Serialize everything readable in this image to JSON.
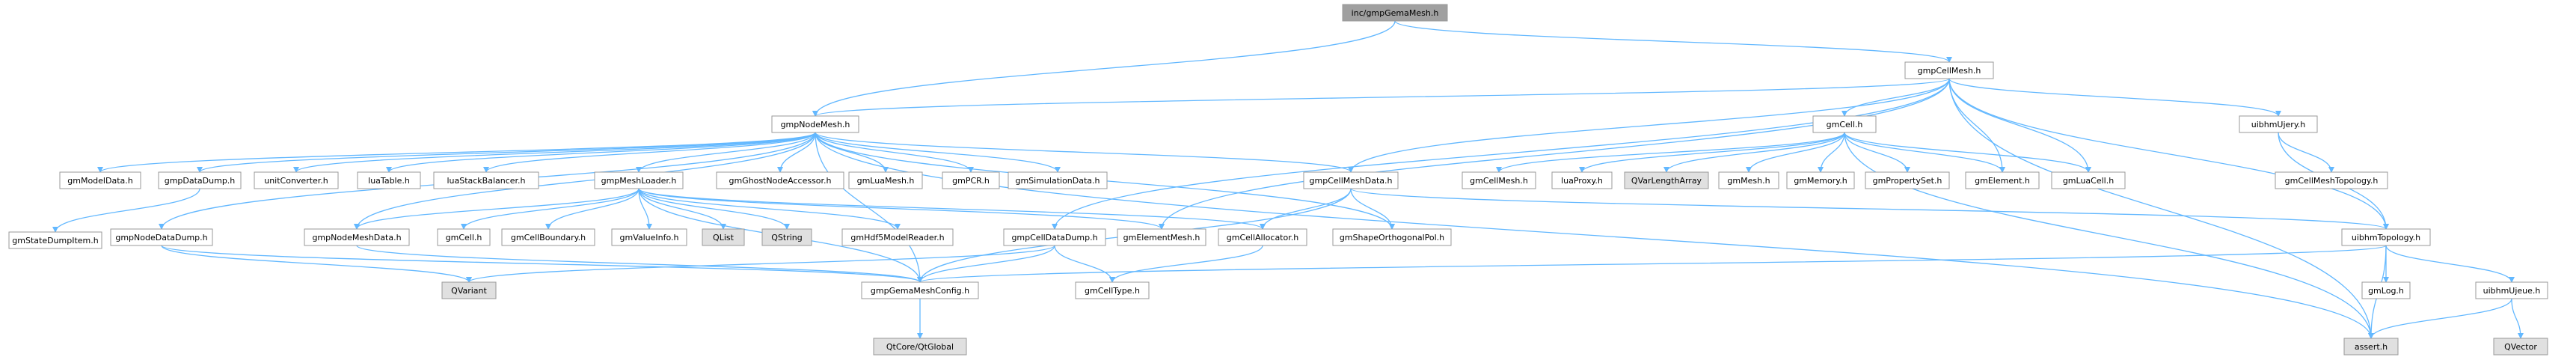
{
  "title": "inc/gmpGemaMesh.h",
  "colors": {
    "node_fill": "#ffffff",
    "root_fill": "#a0a0a0",
    "external_fill": "#e0e0e0",
    "node_border": "#999999",
    "edge": "#63b8ff"
  },
  "nodes": [
    {
      "id": "root",
      "label": "inc/gmpGemaMesh.h",
      "kind": "root",
      "interactable": false
    },
    {
      "id": "gmpCellMesh",
      "label": "gmpCellMesh.h",
      "kind": "normal",
      "interactable": true
    },
    {
      "id": "gmpNodeMesh",
      "label": "gmpNodeMesh.h",
      "kind": "normal",
      "interactable": true
    },
    {
      "id": "gmCell",
      "label": "gmCell.h",
      "kind": "normal",
      "interactable": true
    },
    {
      "id": "uibhmUjery",
      "label": "uibhmUjery.h",
      "kind": "normal",
      "interactable": true
    },
    {
      "id": "gmModelData",
      "label": "gmModelData.h",
      "kind": "normal",
      "interactable": true
    },
    {
      "id": "gmpDataDump",
      "label": "gmpDataDump.h",
      "kind": "normal",
      "interactable": true
    },
    {
      "id": "unitConverter",
      "label": "unitConverter.h",
      "kind": "normal",
      "interactable": true
    },
    {
      "id": "luaTable",
      "label": "luaTable.h",
      "kind": "normal",
      "interactable": true
    },
    {
      "id": "luaStackBalancer",
      "label": "luaStackBalancer.h",
      "kind": "normal",
      "interactable": true
    },
    {
      "id": "gmpMeshLoader",
      "label": "gmpMeshLoader.h",
      "kind": "normal",
      "interactable": true
    },
    {
      "id": "gmGhostNodeAccessor",
      "label": "gmGhostNodeAccessor.h",
      "kind": "normal",
      "interactable": true
    },
    {
      "id": "gmLuaMesh",
      "label": "gmLuaMesh.h",
      "kind": "normal",
      "interactable": true
    },
    {
      "id": "gmPCR",
      "label": "gmPCR.h",
      "kind": "normal",
      "interactable": true
    },
    {
      "id": "gmSimulationData",
      "label": "gmSimulationData.h",
      "kind": "normal",
      "interactable": true
    },
    {
      "id": "gmpCellMeshData",
      "label": "gmpCellMeshData.h",
      "kind": "normal",
      "interactable": true
    },
    {
      "id": "gmCellMesh",
      "label": "gmCellMesh.h",
      "kind": "normal",
      "interactable": true
    },
    {
      "id": "luaProxy",
      "label": "luaProxy.h",
      "kind": "normal",
      "interactable": true
    },
    {
      "id": "QVarLengthArray",
      "label": "QVarLengthArray",
      "kind": "external",
      "interactable": false
    },
    {
      "id": "gmMesh",
      "label": "gmMesh.h",
      "kind": "normal",
      "interactable": true
    },
    {
      "id": "gmMemory",
      "label": "gmMemory.h",
      "kind": "normal",
      "interactable": true
    },
    {
      "id": "gmPropertySet",
      "label": "gmPropertySet.h",
      "kind": "normal",
      "interactable": true
    },
    {
      "id": "gmElement",
      "label": "gmElement.h",
      "kind": "normal",
      "interactable": true
    },
    {
      "id": "gmLuaCell",
      "label": "gmLuaCell.h",
      "kind": "normal",
      "interactable": true
    },
    {
      "id": "gmCellMeshTopology",
      "label": "gmCellMeshTopology.h",
      "kind": "normal",
      "interactable": true
    },
    {
      "id": "gmStateDumpItem",
      "label": "gmStateDumpItem.h",
      "kind": "normal",
      "interactable": true
    },
    {
      "id": "gmpNodeDataDump",
      "label": "gmpNodeDataDump.h",
      "kind": "normal",
      "interactable": true
    },
    {
      "id": "gmpNodeMeshData",
      "label": "gmpNodeMeshData.h",
      "kind": "normal",
      "interactable": true
    },
    {
      "id": "gmCellh",
      "label": "gmCell.h",
      "kind": "normal",
      "interactable": true
    },
    {
      "id": "gmCellBoundary",
      "label": "gmCellBoundary.h",
      "kind": "normal",
      "interactable": true
    },
    {
      "id": "gmValueInfo",
      "label": "gmValueInfo.h",
      "kind": "normal",
      "interactable": true
    },
    {
      "id": "QList",
      "label": "QList",
      "kind": "external",
      "interactable": false
    },
    {
      "id": "QString",
      "label": "QString",
      "kind": "external",
      "interactable": false
    },
    {
      "id": "gmHdf5ModelReader",
      "label": "gmHdf5ModelReader.h",
      "kind": "normal",
      "interactable": true
    },
    {
      "id": "gmpCellDataDump",
      "label": "gmpCellDataDump.h",
      "kind": "normal",
      "interactable": true
    },
    {
      "id": "gmElementMesh",
      "label": "gmElementMesh.h",
      "kind": "normal",
      "interactable": true
    },
    {
      "id": "gmCellAllocator",
      "label": "gmCellAllocator.h",
      "kind": "normal",
      "interactable": true
    },
    {
      "id": "gmShapeOrthogonalPol",
      "label": "gmShapeOrthogonalPol.h",
      "kind": "normal",
      "interactable": true
    },
    {
      "id": "uibhmTopology",
      "label": "uibhmTopology.h",
      "kind": "normal",
      "interactable": true
    },
    {
      "id": "QVariant",
      "label": "QVariant",
      "kind": "external",
      "interactable": false
    },
    {
      "id": "gmpGemaMeshConfig",
      "label": "gmpGemaMeshConfig.h",
      "kind": "normal",
      "interactable": true
    },
    {
      "id": "gmCellType",
      "label": "gmCellType.h",
      "kind": "normal",
      "interactable": true
    },
    {
      "id": "gmLog",
      "label": "gmLog.h",
      "kind": "normal",
      "interactable": true
    },
    {
      "id": "uibhmUjeue",
      "label": "uibhmUjeue.h",
      "kind": "normal",
      "interactable": true
    },
    {
      "id": "QtCoreQtGlobal",
      "label": "QtCore/QtGlobal",
      "kind": "external",
      "interactable": false
    },
    {
      "id": "assert",
      "label": "assert.h",
      "kind": "external",
      "interactable": false
    },
    {
      "id": "QVector",
      "label": "QVector",
      "kind": "external",
      "interactable": false
    }
  ],
  "edges": [
    [
      "root",
      "gmpCellMesh"
    ],
    [
      "root",
      "gmpNodeMesh"
    ],
    [
      "gmpCellMesh",
      "gmpNodeMesh"
    ],
    [
      "gmpCellMesh",
      "gmCell"
    ],
    [
      "gmpCellMesh",
      "uibhmUjery"
    ],
    [
      "gmpCellMesh",
      "uibhmTopology"
    ],
    [
      "gmpCellMesh",
      "gmElement"
    ],
    [
      "gmpCellMesh",
      "gmLuaCell"
    ],
    [
      "gmpCellMesh",
      "gmpCellMeshData"
    ],
    [
      "gmpCellMesh",
      "gmpCellDataDump"
    ],
    [
      "gmpCellMesh",
      "gmElementMesh"
    ],
    [
      "gmpCellMesh",
      "assert"
    ],
    [
      "gmpNodeMesh",
      "gmModelData"
    ],
    [
      "gmpNodeMesh",
      "gmpDataDump"
    ],
    [
      "gmpNodeMesh",
      "unitConverter"
    ],
    [
      "gmpNodeMesh",
      "luaTable"
    ],
    [
      "gmpNodeMesh",
      "luaStackBalancer"
    ],
    [
      "gmpNodeMesh",
      "gmpMeshLoader"
    ],
    [
      "gmpNodeMesh",
      "gmGhostNodeAccessor"
    ],
    [
      "gmpNodeMesh",
      "gmLuaMesh"
    ],
    [
      "gmpNodeMesh",
      "gmPCR"
    ],
    [
      "gmpNodeMesh",
      "gmSimulationData"
    ],
    [
      "gmpNodeMesh",
      "gmpCellMeshData"
    ],
    [
      "gmpNodeMesh",
      "gmpNodeDataDump"
    ],
    [
      "gmpNodeMesh",
      "gmpNodeMeshData"
    ],
    [
      "gmpNodeMesh",
      "gmShapeOrthogonalPol"
    ],
    [
      "gmpNodeMesh",
      "gmpGemaMeshConfig"
    ],
    [
      "gmpNodeMesh",
      "assert"
    ],
    [
      "gmCell",
      "gmCellMesh"
    ],
    [
      "gmCell",
      "luaProxy"
    ],
    [
      "gmCell",
      "QVarLengthArray"
    ],
    [
      "gmCell",
      "gmMesh"
    ],
    [
      "gmCell",
      "gmMemory"
    ],
    [
      "gmCell",
      "gmPropertySet"
    ],
    [
      "gmCell",
      "gmElement"
    ],
    [
      "gmCell",
      "gmLuaCell"
    ],
    [
      "gmCell",
      "assert"
    ],
    [
      "uibhmUjery",
      "gmCellMeshTopology"
    ],
    [
      "uibhmUjery",
      "uibhmTopology"
    ],
    [
      "gmpDataDump",
      "gmStateDumpItem"
    ],
    [
      "gmpMeshLoader",
      "gmpNodeMeshData"
    ],
    [
      "gmpMeshLoader",
      "gmCellh"
    ],
    [
      "gmpMeshLoader",
      "gmCellBoundary"
    ],
    [
      "gmpMeshLoader",
      "gmValueInfo"
    ],
    [
      "gmpMeshLoader",
      "QList"
    ],
    [
      "gmpMeshLoader",
      "QString"
    ],
    [
      "gmpMeshLoader",
      "gmHdf5ModelReader"
    ],
    [
      "gmpMeshLoader",
      "gmElementMesh"
    ],
    [
      "gmpMeshLoader",
      "gmCellAllocator"
    ],
    [
      "gmpMeshLoader",
      "gmpGemaMeshConfig"
    ],
    [
      "gmpCellMeshData",
      "gmCellAllocator"
    ],
    [
      "gmpCellMeshData",
      "gmShapeOrthogonalPol"
    ],
    [
      "gmpCellMeshData",
      "uibhmTopology"
    ],
    [
      "gmpCellMeshData",
      "gmpGemaMeshConfig"
    ],
    [
      "gmpNodeDataDump",
      "QVariant"
    ],
    [
      "gmpNodeDataDump",
      "gmpGemaMeshConfig"
    ],
    [
      "gmpNodeMeshData",
      "gmpGemaMeshConfig"
    ],
    [
      "gmpCellDataDump",
      "QVariant"
    ],
    [
      "gmpCellDataDump",
      "gmpGemaMeshConfig"
    ],
    [
      "gmpCellDataDump",
      "gmCellType"
    ],
    [
      "gmCellAllocator",
      "gmCellType"
    ],
    [
      "uibhmTopology",
      "gmpGemaMeshConfig"
    ],
    [
      "uibhmTopology",
      "gmLog"
    ],
    [
      "uibhmTopology",
      "uibhmUjeue"
    ],
    [
      "uibhmTopology",
      "assert"
    ],
    [
      "uibhmUjeue",
      "assert"
    ],
    [
      "uibhmUjeue",
      "QVector"
    ],
    [
      "gmpGemaMeshConfig",
      "QtCoreQtGlobal"
    ]
  ]
}
